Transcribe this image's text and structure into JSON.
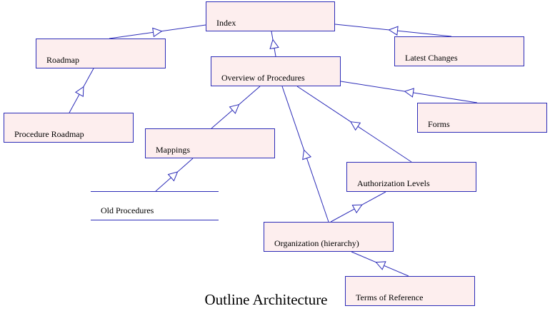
{
  "diagram": {
    "title": "Outline Architecture",
    "colors": {
      "line": "#2c2cb8",
      "node_fill": "#fdeeee",
      "text": "#000000"
    },
    "nodes": {
      "index": "Index",
      "roadmap": "Roadmap",
      "latest_changes": "Latest Changes",
      "overview": "Overview of Procedures",
      "procedure_roadmap": "Procedure Roadmap",
      "forms": "Forms",
      "mappings": "Mappings",
      "authorization_levels": "Authorization Levels",
      "old_procedures": "Old Procedures",
      "organization": "Organization (hierarchy)",
      "terms_of_reference": "Terms of Reference"
    },
    "edges": [
      {
        "from": "roadmap",
        "to": "index"
      },
      {
        "from": "latest_changes",
        "to": "index"
      },
      {
        "from": "overview",
        "to": "index"
      },
      {
        "from": "procedure_roadmap",
        "to": "roadmap"
      },
      {
        "from": "forms",
        "to": "overview"
      },
      {
        "from": "mappings",
        "to": "overview"
      },
      {
        "from": "authorization_levels",
        "to": "overview"
      },
      {
        "from": "organization",
        "to": "overview"
      },
      {
        "from": "old_procedures",
        "to": "mappings"
      },
      {
        "from": "organization",
        "to": "authorization_levels"
      },
      {
        "from": "terms_of_reference",
        "to": "organization"
      }
    ]
  }
}
